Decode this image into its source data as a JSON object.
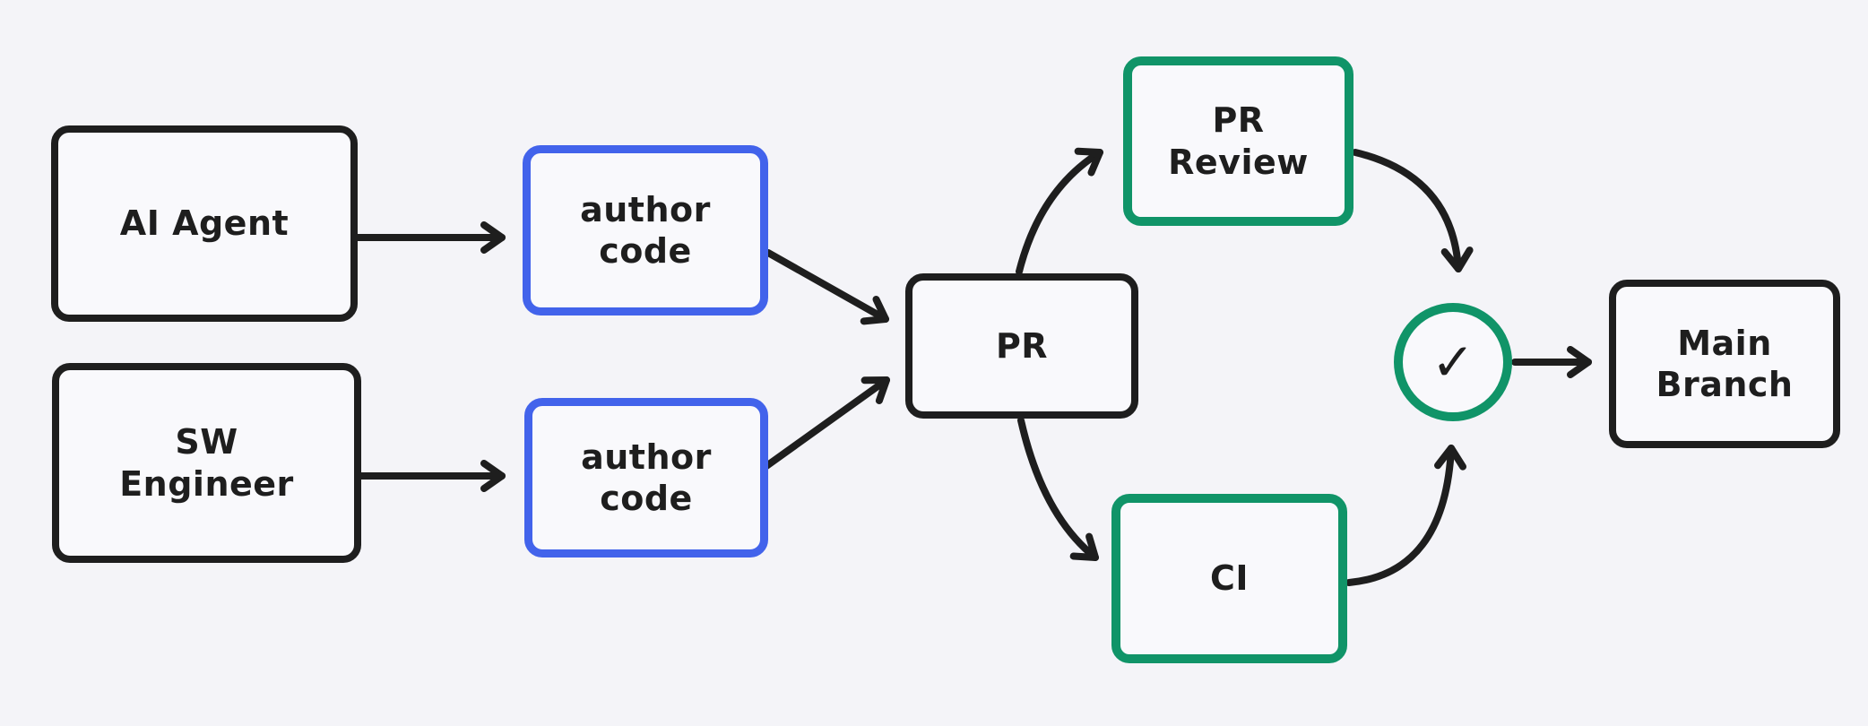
{
  "diagram": {
    "type": "flowchart",
    "style": "hand-drawn (Excalidraw-like)",
    "colors": {
      "background": "#f4f4f8",
      "node_fill": "#f9f9fc",
      "stroke_black": "#1e1e1e",
      "stroke_blue": "#4263eb",
      "stroke_green": "#109468",
      "text": "#1e1e1e"
    },
    "nodes": [
      {
        "id": "ai-agent",
        "lines": [
          "AI Agent"
        ],
        "stroke": "black"
      },
      {
        "id": "sw-engineer",
        "lines": [
          "SW",
          "Engineer"
        ],
        "stroke": "black"
      },
      {
        "id": "author-code-top",
        "lines": [
          "author",
          "code"
        ],
        "stroke": "blue"
      },
      {
        "id": "author-code-bottom",
        "lines": [
          "author",
          "code"
        ],
        "stroke": "blue"
      },
      {
        "id": "pr",
        "lines": [
          "PR"
        ],
        "stroke": "black"
      },
      {
        "id": "pr-review",
        "lines": [
          "PR",
          "Review"
        ],
        "stroke": "green"
      },
      {
        "id": "ci",
        "lines": [
          "CI"
        ],
        "stroke": "green"
      },
      {
        "id": "checks-passed",
        "glyph": "✓",
        "stroke": "green",
        "shape": "circle"
      },
      {
        "id": "main-branch",
        "lines": [
          "Main",
          "Branch"
        ],
        "stroke": "black"
      }
    ],
    "edges": [
      {
        "from": "ai-agent",
        "to": "author-code-top"
      },
      {
        "from": "sw-engineer",
        "to": "author-code-bottom"
      },
      {
        "from": "author-code-top",
        "to": "pr"
      },
      {
        "from": "author-code-bottom",
        "to": "pr"
      },
      {
        "from": "pr",
        "to": "pr-review"
      },
      {
        "from": "pr",
        "to": "ci"
      },
      {
        "from": "pr-review",
        "to": "checks-passed"
      },
      {
        "from": "ci",
        "to": "checks-passed"
      },
      {
        "from": "checks-passed",
        "to": "main-branch"
      }
    ]
  }
}
